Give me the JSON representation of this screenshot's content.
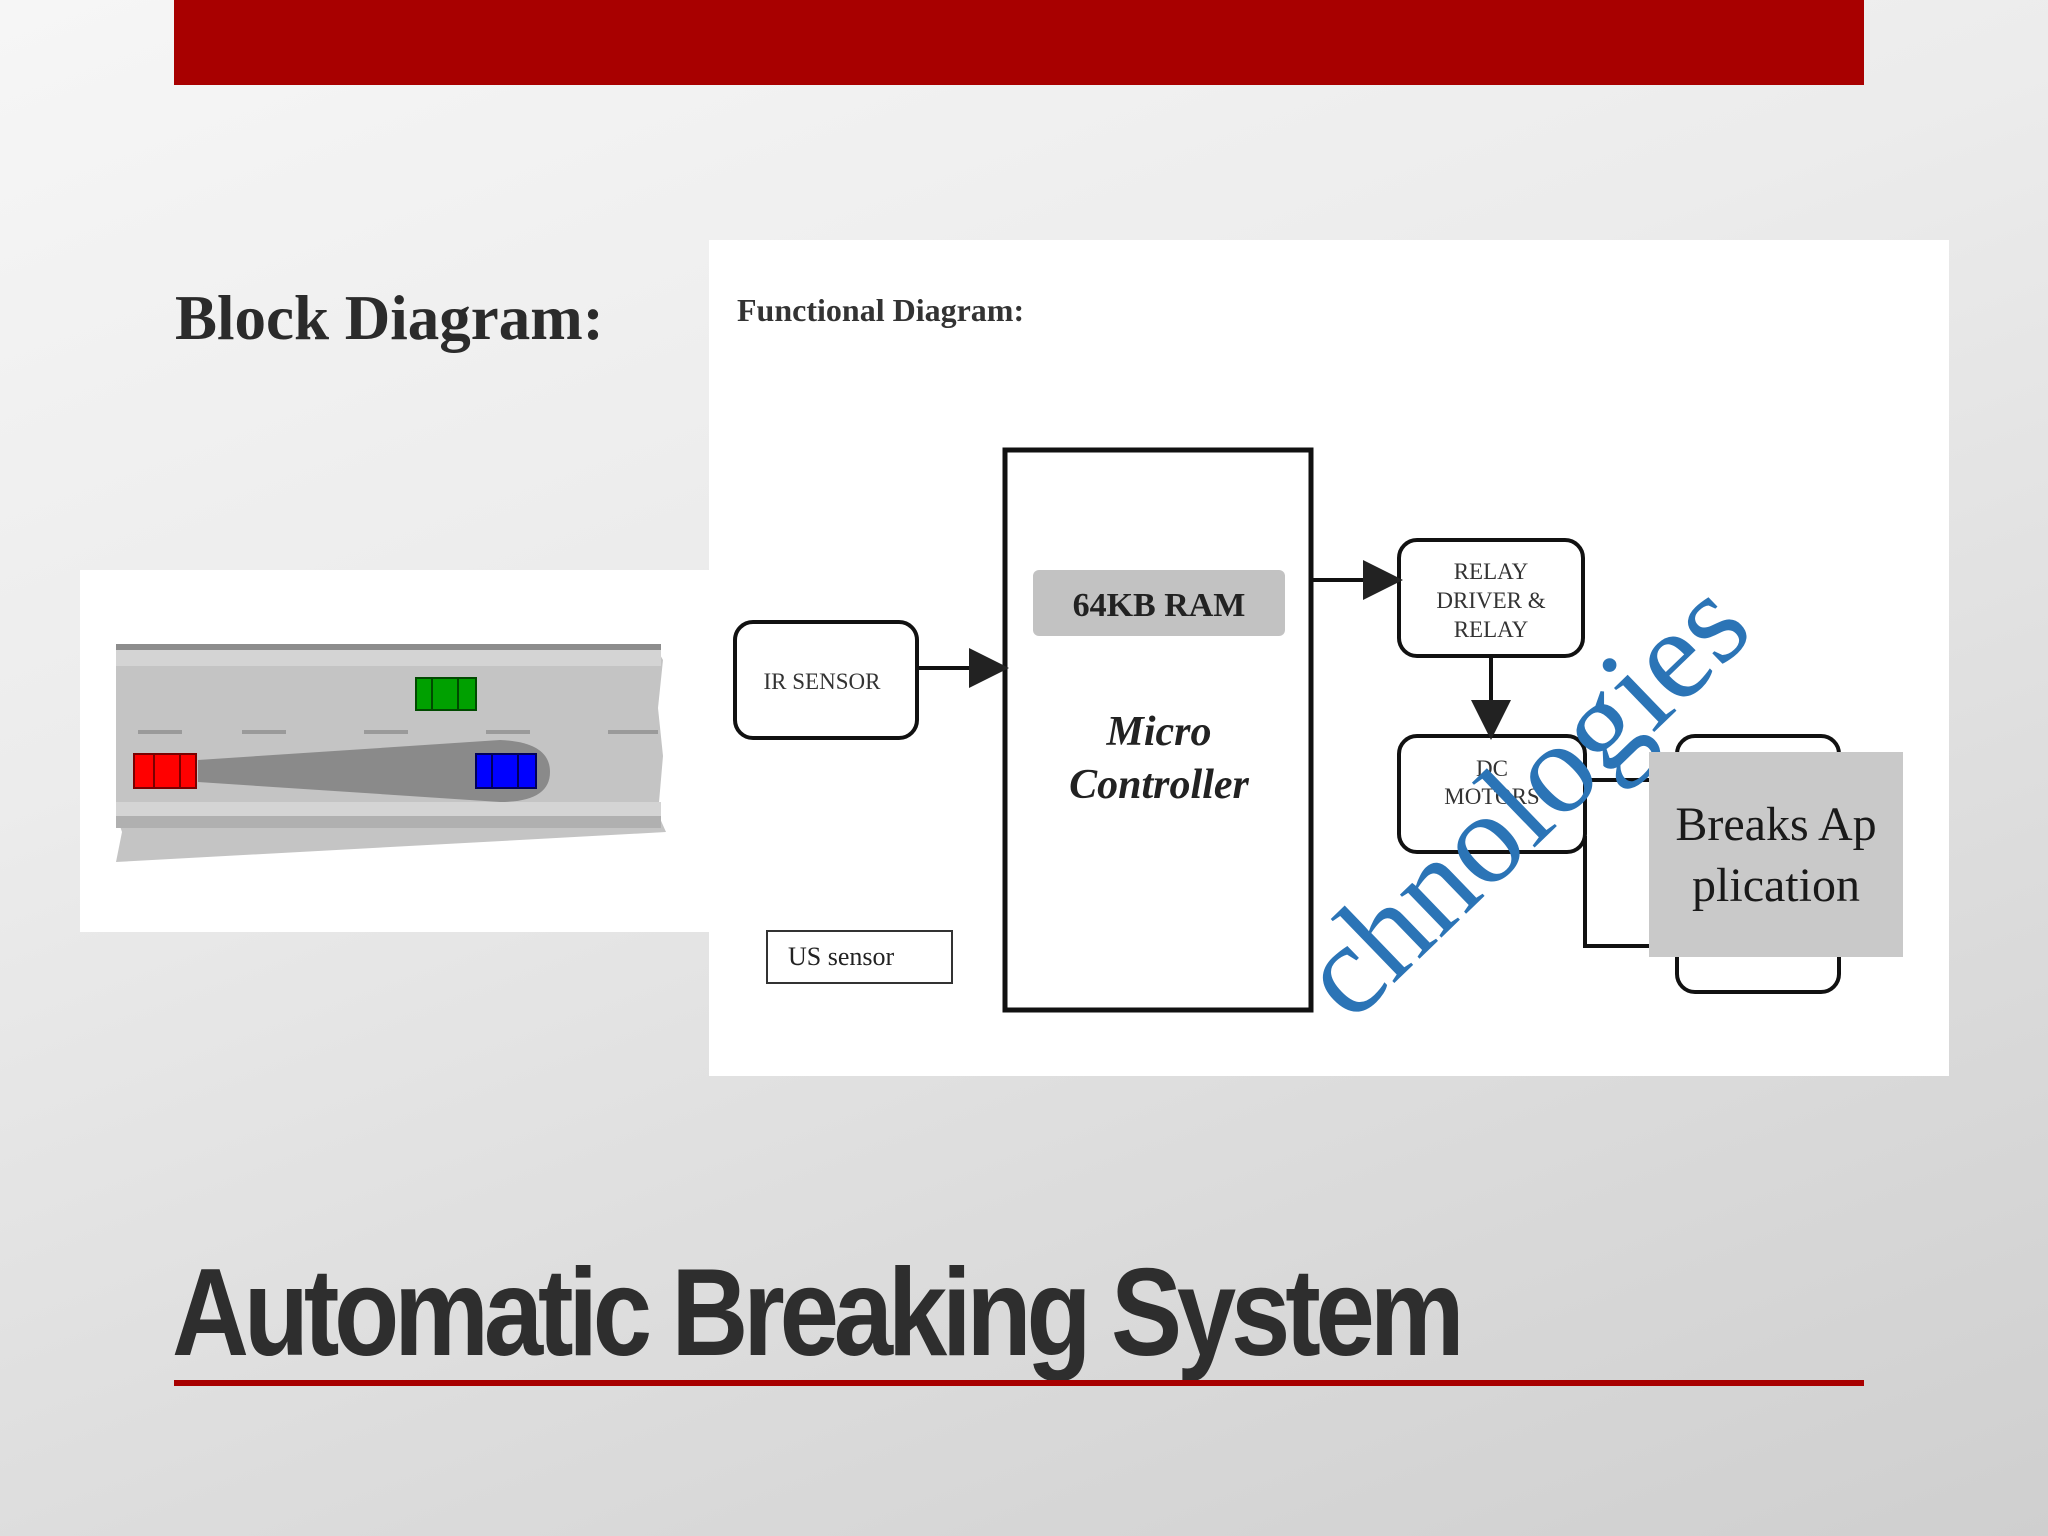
{
  "slide": {
    "section_heading": "Block Diagram:",
    "title": "Automatic Breaking System",
    "accent_color": "#a80000"
  },
  "functional_diagram": {
    "heading": "Functional Diagram:",
    "ram_label": "64KB RAM",
    "controller_line1": "Micro",
    "controller_line2": "Controller",
    "ir_sensor": "IR SENSOR",
    "relay_line1": "RELAY",
    "relay_line2": "DRIVER &",
    "relay_line3": "RELAY",
    "dc_line1": "DC",
    "dc_line2": "MOTORS",
    "watermark": "chnologies"
  },
  "us_sensor_label": "US sensor",
  "breaks_label": "Breaks Application",
  "road_illustration": {
    "car_colors": [
      "#ff0000",
      "#0000ff",
      "#00a000"
    ]
  }
}
